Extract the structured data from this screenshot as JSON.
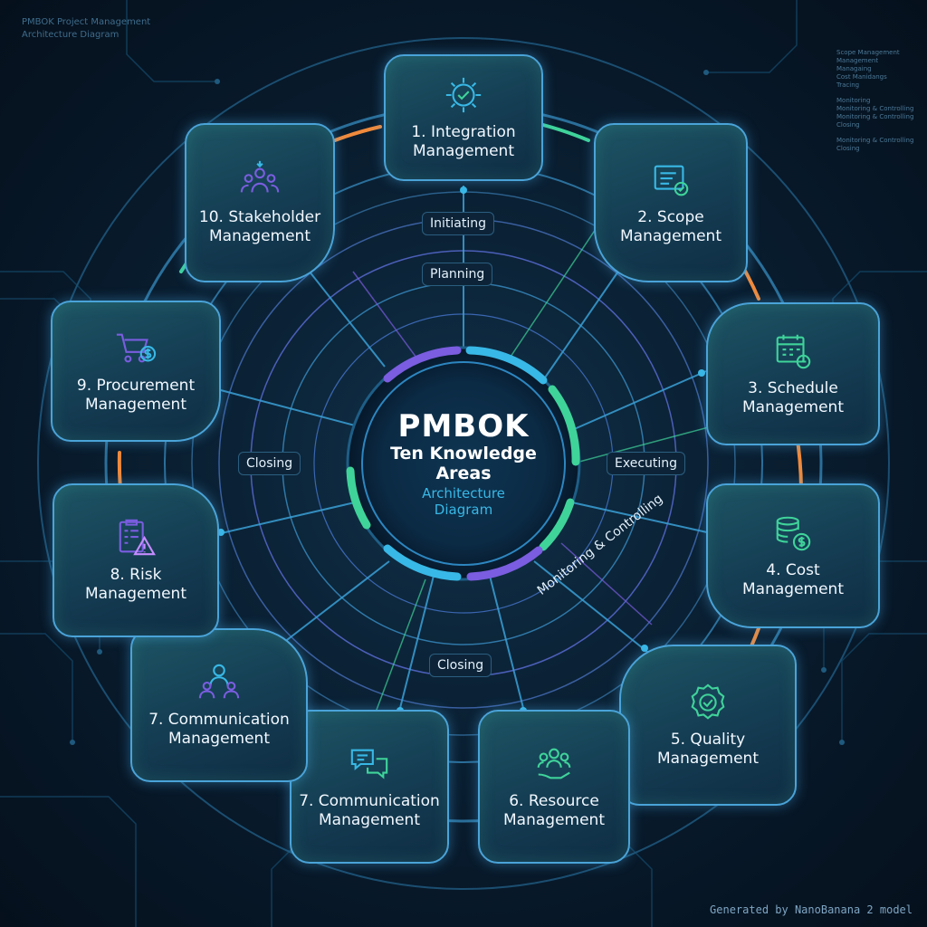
{
  "header": {
    "title": "PMBOK Project Management Architecture Diagram"
  },
  "side_notes": [
    "Scope Management",
    "Management",
    "Managaing",
    "Cost Manidangs",
    "Tracing",
    "Monitoring",
    "Monitoring & Controlling",
    "Monitoring & Controlling",
    "Closing",
    "Monitoring & Controlling",
    "Closing"
  ],
  "hub": {
    "title": "PMBOK",
    "subtitle": "Ten Knowledge Areas",
    "caption": "Architecture Diagram"
  },
  "areas": [
    {
      "label": "1. Integration\nManagement",
      "icon": "gear-check-icon"
    },
    {
      "label": "2. Scope\nManagement",
      "icon": "document-check-icon"
    },
    {
      "label": "3. Schedule\nManagement",
      "icon": "calendar-clock-icon"
    },
    {
      "label": "4. Cost\nManagement",
      "icon": "coins-dollar-icon"
    },
    {
      "label": "5. Quality\nManagement",
      "icon": "quality-badge-icon"
    },
    {
      "label": "6. Resource\nManagement",
      "icon": "people-hand-icon"
    },
    {
      "label": "7. Communication\nManagement",
      "icon": "chat-bubbles-icon"
    },
    {
      "label": "7. Communication\nManagement",
      "icon": "people-talk-icon"
    },
    {
      "label": "8. Risk\nManagement",
      "icon": "clipboard-warning-icon"
    },
    {
      "label": "9. Procurement\nManagement",
      "icon": "cart-dollar-icon"
    },
    {
      "label": "10. Stakeholder\nManagement",
      "icon": "stakeholder-group-icon"
    }
  ],
  "phases": {
    "initiating": "Initiating",
    "planning": "Planning",
    "executing": "Executing",
    "monitoring": "Monitoring & Controlling",
    "closing_left": "Closing",
    "closing_bottom": "Closing"
  },
  "footer": "Generated by NanoBanana 2 model",
  "colors": {
    "accent_blue": "#38b8e6",
    "accent_green": "#3fd39a",
    "accent_purple": "#7a5de0",
    "accent_orange": "#f08a3c",
    "node_border": "#4aa3d8",
    "background": "#071727"
  }
}
